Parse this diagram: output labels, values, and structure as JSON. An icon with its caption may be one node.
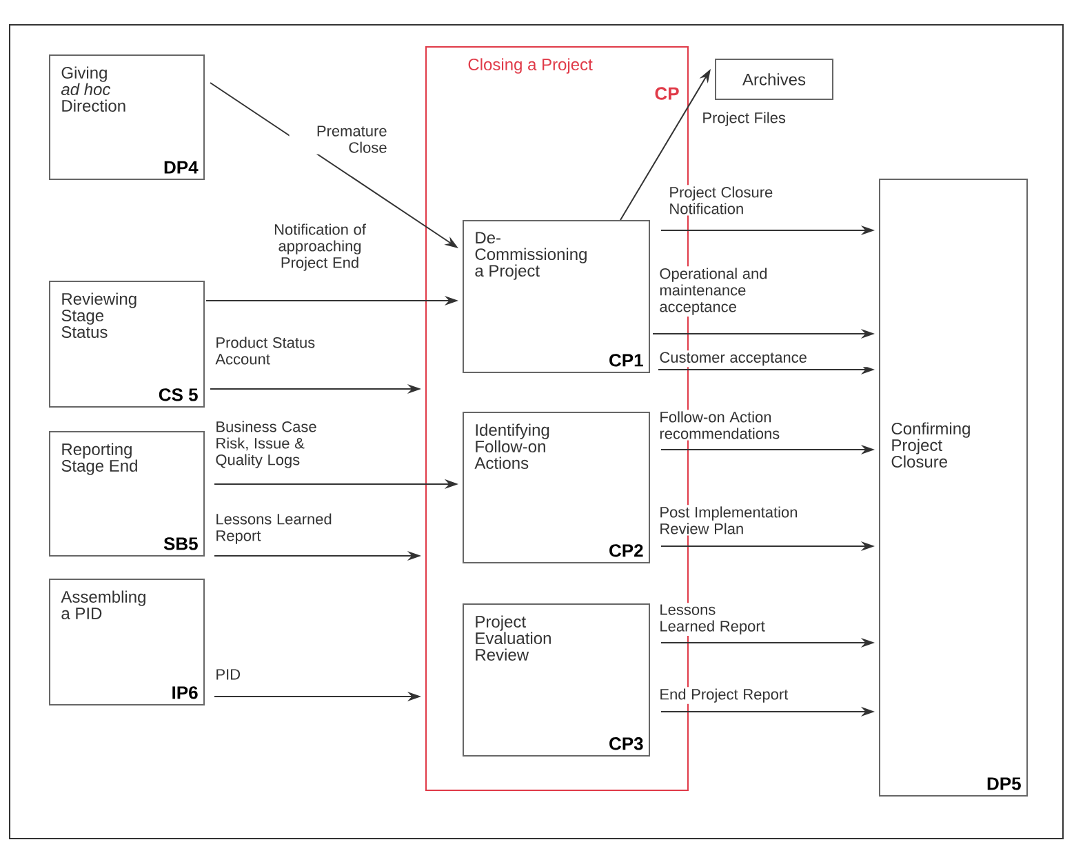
{
  "diagram": {
    "nodes": [
      {
        "text": [
          "Giving *ad hoc* Direction",
          "DP4"
        ]
      },
      {
        "text": [
          "Reviewing Stage Status",
          "CS 5"
        ]
      },
      {
        "text": [
          "Reporting Stage End",
          "SB5"
        ]
      },
      {
        "text": [
          "Assembling a PID",
          "IP6"
        ]
      },
      {
        "text": [
          "Closing a Project",
          "CP"
        ]
      },
      {
        "text": [
          "De-Commissioning a Project",
          "CP1"
        ],
        "in": 4
      },
      {
        "text": [
          "Identifying Follow-on Actions",
          "CP2"
        ],
        "in": 4
      },
      {
        "text": [
          "Project Evaluation Review",
          "CP3"
        ],
        "in": 4
      },
      {
        "text": [
          "Archives"
        ]
      },
      {
        "text": [
          "Confirming Project Closure",
          "DP5"
        ]
      }
    ],
    "edges": [
      {
        "from": 0,
        "to": 5,
        "arrow": "to",
        "label": "Premature Close"
      },
      {
        "from": 1,
        "to": 5,
        "arrow": "to",
        "label": "Notification of approaching Project End"
      },
      {
        "from": 1,
        "to": 4,
        "arrow": "to",
        "label": "Product Status Account"
      },
      {
        "from": 2,
        "to": 6,
        "arrow": "to",
        "label": "Business Case Risk, Issue & Quality Logs"
      },
      {
        "from": 2,
        "to": 4,
        "arrow": "to",
        "label": "Lessons Learned Report"
      },
      {
        "from": 3,
        "to": 4,
        "arrow": "to",
        "label": "PID"
      },
      {
        "from": 5,
        "to": 8,
        "arrow": "to",
        "label": "Project Files"
      },
      {
        "from": 5,
        "to": 9,
        "arrow": "to",
        "label": "Project Closure Notification"
      },
      {
        "from": 5,
        "to": 9,
        "arrow": "to",
        "label": "Operational and maintenance acceptance"
      },
      {
        "from": 5,
        "to": 9,
        "arrow": "to",
        "label": "Customer acceptance"
      },
      {
        "from": 6,
        "to": 9,
        "arrow": "to",
        "label": "Follow-on Action recommendations"
      },
      {
        "from": 6,
        "to": 9,
        "arrow": "to",
        "label": "Post Implementation Review Plan"
      },
      {
        "from": 7,
        "to": 9,
        "arrow": "to",
        "label": "Lessons Learned Report"
      },
      {
        "from": 7,
        "to": 9,
        "arrow": "to",
        "label": "End Project Report"
      }
    ]
  }
}
